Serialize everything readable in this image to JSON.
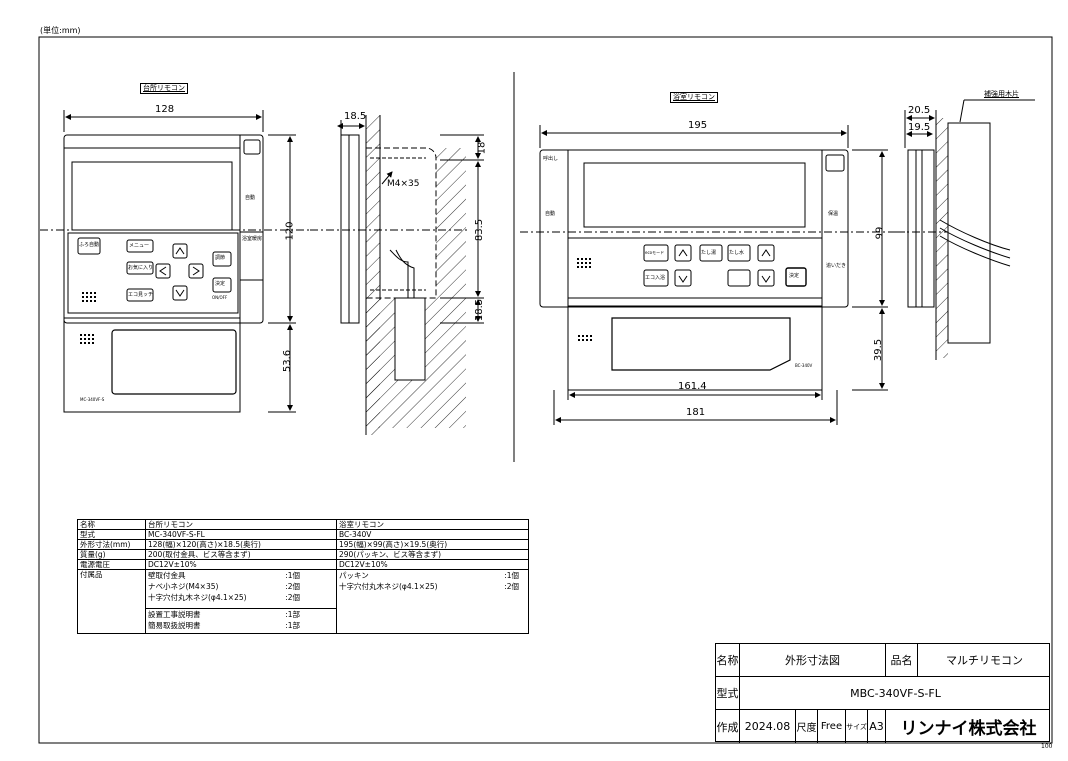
{
  "unit_note": "(単位:mm)",
  "sheet_number": "100",
  "kitchen": {
    "title": "台所リモコン",
    "dims": {
      "width": "128",
      "height": "120",
      "depth": "18.5",
      "lower": "53.6",
      "top_gap": "18",
      "mid": "83.5",
      "bottom_gap": "18.5"
    },
    "screw_label": "M4×35",
    "buttons": {
      "fukatsu": "ふろ自動",
      "menu": "メニュー",
      "okiniiri": "お気に入り",
      "ecowatch": "エコ見ッチ",
      "choon": "調節",
      "kettei": "決定",
      "power_on": "ON/OFF",
      "auto": "自動",
      "boiler": "浴室暖房"
    },
    "model_print": "MC-340VF-S"
  },
  "bath": {
    "title": "浴室リモコン",
    "dims": {
      "width": "195",
      "height": "99",
      "inner": "161.4",
      "outer": "181",
      "lower": "39.5",
      "depth1": "20.5",
      "depth2": "19.5"
    },
    "wood_label": "補強用木片",
    "buttons": {
      "call": "呼出し",
      "auto": "自動",
      "tasuyu": "たし湯",
      "tashimizu": "たし水",
      "mode": "ecoモード",
      "eco": "エコ入浴",
      "kettei": "決定",
      "funin": "保温",
      "oidaki": "追いだき"
    },
    "model_print": "BC-340V"
  },
  "spec_table": {
    "rows": [
      {
        "label": "名称",
        "kitchen": "台所リモコン",
        "bath": "浴室リモコン"
      },
      {
        "label": "型式",
        "kitchen": "MC-340VF-S-FL",
        "bath": "BC-340V"
      },
      {
        "label": "外形寸法(mm)",
        "kitchen": "128(幅)×120(高さ)×18.5(奥行)",
        "bath": "195(幅)×99(高さ)×19.5(奥行)"
      },
      {
        "label": "質量(g)",
        "kitchen": "200(取付金具、ビス等含まず)",
        "bath": "290(パッキン、ビス等含まず)"
      },
      {
        "label": "電源電圧",
        "kitchen": "DC12V±10%",
        "bath": "DC12V±10%"
      }
    ],
    "accessories_label": "付属品",
    "kitchen_accessories": [
      {
        "name": "壁取付金具",
        "qty": ":1個"
      },
      {
        "name": "ナベ小ネジ(M4×35)",
        "qty": ":2個"
      },
      {
        "name": "十字穴付丸木ネジ(φ4.1×25)",
        "qty": ":2個"
      }
    ],
    "bath_accessories": [
      {
        "name": "パッキン",
        "qty": ":1個"
      },
      {
        "name": "十字穴付丸木ネジ(φ4.1×25)",
        "qty": ":2個"
      }
    ],
    "docs": [
      {
        "name": "設置工事説明書",
        "qty": ":1部"
      },
      {
        "name": "簡易取扱説明書",
        "qty": ":1部"
      }
    ]
  },
  "title_block": {
    "name_label": "名称",
    "name_value": "外形寸法図",
    "product_label": "品名",
    "product_value": "マルチリモコン",
    "model_label": "型式",
    "model_value": "MBC-340VF-S-FL",
    "date_label": "作成",
    "date_value": "2024.08",
    "scale_label": "尺度",
    "scale_value": "Free",
    "size_label": "サイズ",
    "size_value": "A3",
    "company": "リンナイ株式会社"
  }
}
